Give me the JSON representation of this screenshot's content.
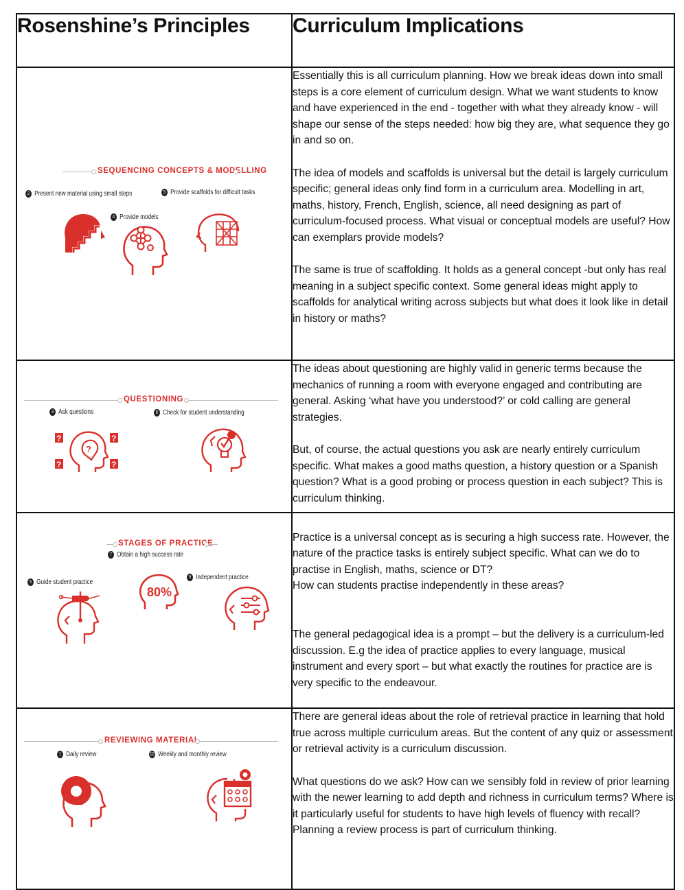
{
  "header": {
    "col1": "Rosenshine’s Principles",
    "col2": "Curriculum Implications"
  },
  "rows": [
    {
      "graphic": {
        "title": "SEQUENCING CONCEPTS & MODELLING",
        "items": [
          {
            "num": "2",
            "label": "Present new material using small steps"
          },
          {
            "num": "5",
            "label": "Provide scaffolds for difficult tasks"
          },
          {
            "num": "4",
            "label": "Provide models"
          }
        ]
      },
      "paragraphs": [
        "Essentially this is all curriculum planning.  How we break ideas down into small steps is a core element of curriculum design. What we want students to know and have experienced in the end - together with what they already know - will shape our sense of the steps needed: how big they are, what sequence they go in and so on.",
        "The idea of models and scaffolds is universal but the detail is largely curriculum specific; general ideas only find form in a curriculum area. Modelling in art, maths, history, French, English, science, all need designing as part of curriculum-focused process.  What visual or conceptual models are useful? How can exemplars provide models?",
        "The same is true of scaffolding.  It holds as a general concept -but only has real meaning in a subject specific context.  Some general ideas might apply to scaffolds for analytical writing across subjects but what does it look like in detail in history or maths?"
      ]
    },
    {
      "graphic": {
        "title": "QUESTIONING",
        "items": [
          {
            "num": "3",
            "label": "Ask questions"
          },
          {
            "num": "6",
            "label": "Check for student understanding"
          }
        ]
      },
      "paragraphs": [
        "The ideas about questioning are highly valid in generic terms because the mechanics of running a room with everyone engaged and contributing are general.  Asking ‘what have you understood?’ or cold calling are general strategies.",
        "But, of course, the actual questions you ask are nearly entirely curriculum specific. What makes a good maths question, a history question or a Spanish question? What is a good probing or process question in each subject? This is curriculum thinking."
      ]
    },
    {
      "graphic": {
        "title": "STAGES OF PRACTICE",
        "items": [
          {
            "num": "7",
            "label": "Obtain a high success rate"
          },
          {
            "num": "5",
            "label": "Guide student practice"
          },
          {
            "num": "9",
            "label": "Independent practice"
          }
        ],
        "badge": "80%"
      },
      "paragraphs": [
        "Practice is a universal concept as is securing a high success rate. However, the nature of the practice tasks is entirely subject specific. What can we do to practise in English, maths, science or DT?\nHow can students practise independently in these areas?",
        "The general pedagogical idea is a prompt – but the delivery is a curriculum-led discussion. E.g the idea of practice applies to every language, musical instrument and every sport – but what exactly the routines for practice are is very specific to the endeavour."
      ]
    },
    {
      "graphic": {
        "title": "REVIEWING MATERIAL",
        "items": [
          {
            "num": "1",
            "label": "Daily review"
          },
          {
            "num": "10",
            "label": "Weekly and monthly review"
          }
        ]
      },
      "paragraphs": [
        "There are general ideas about the role of retrieval practice in learning that hold true across multiple curriculum areas. But the content of any quiz or assessment or retrieval activity is a curriculum discussion.",
        "What questions do we ask?  How can we sensibly fold in review of prior learning with the newer learning to add depth and richness in curriculum terms?  Where is it particularly useful for students to have high levels of fluency with recall?  Planning a review process is part of curriculum thinking."
      ]
    }
  ],
  "colors": {
    "accent": "#d9302c",
    "text": "#111111",
    "border": "#111111"
  },
  "icons": [
    "head-steps-icon",
    "head-network-icon",
    "head-grid-icon",
    "head-question-icon",
    "question-card-icon",
    "head-lightbulb-icon",
    "head-signpost-icon",
    "percent-badge-icon",
    "head-sliders-icon",
    "head-speech-icon",
    "head-calendar-icon"
  ]
}
